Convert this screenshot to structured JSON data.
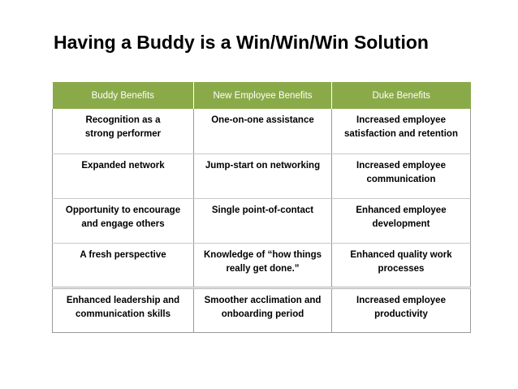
{
  "title": "Having a Buddy is a Win/Win/Win Solution",
  "table": {
    "columns": [
      "Buddy Benefits",
      "New Employee Benefits",
      "Duke Benefits"
    ],
    "rows": [
      [
        "Recognition as a\nstrong performer",
        "One-on-one assistance",
        "Increased employee\nsatisfaction and retention"
      ],
      [
        "Expanded network",
        "Jump-start on networking",
        "Increased employee\ncommunication"
      ],
      [
        "Opportunity to encourage\nand engage others",
        "Single point-of-contact",
        "Enhanced employee\ndevelopment"
      ],
      [
        "A fresh perspective",
        "Knowledge of “how things\nreally get done.”",
        "Enhanced  quality work\nprocesses"
      ],
      [
        "Enhanced leadership and\ncommunication skills",
        "Smoother acclimation and\nonboarding period",
        "Increased employee\nproductivity"
      ]
    ]
  },
  "colors": {
    "header_background": "#8aaa4a",
    "header_text": "#ffffff"
  }
}
